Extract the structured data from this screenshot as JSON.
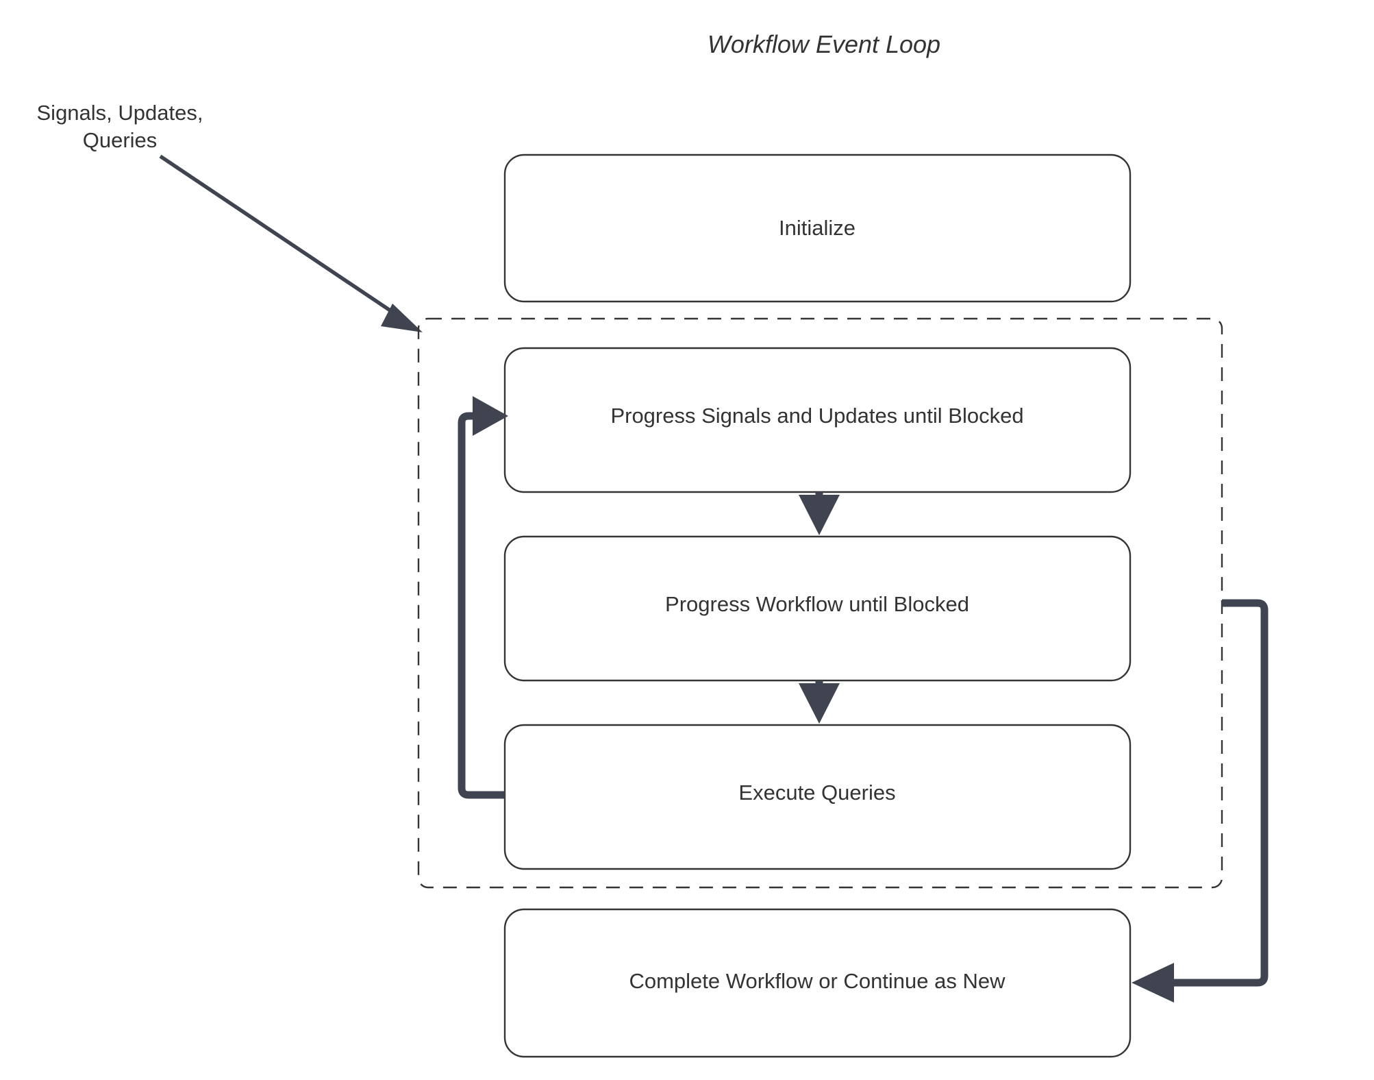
{
  "diagram": {
    "title": "Workflow Event Loop",
    "type": "flowchart",
    "colors": {
      "background": "#ffffff",
      "node_border": "#343434",
      "node_fill": "#ffffff",
      "group_border": "#343434",
      "edge": "#3f4450",
      "text": "#333333"
    },
    "external_label": {
      "line1": "Signals, Updates,",
      "line2": "Queries"
    },
    "nodes": [
      {
        "id": "initialize",
        "label": "Initialize"
      },
      {
        "id": "progress-signals",
        "label": "Progress Signals and Updates until Blocked"
      },
      {
        "id": "progress-workflow",
        "label": "Progress Workflow until Blocked"
      },
      {
        "id": "execute-queries",
        "label": "Execute Queries"
      },
      {
        "id": "complete-workflow",
        "label": "Complete Workflow or Continue as New"
      }
    ],
    "group": {
      "id": "event-loop-group",
      "label": "",
      "style": "dashed",
      "contains": [
        "progress-signals",
        "progress-workflow",
        "execute-queries"
      ]
    },
    "edges": [
      {
        "from": "Signals, Updates, Queries",
        "to": "event-loop-group",
        "style": "solid-thin-arrow"
      },
      {
        "from": "progress-signals",
        "to": "progress-workflow",
        "style": "solid-thick-arrow"
      },
      {
        "from": "progress-workflow",
        "to": "execute-queries",
        "style": "solid-thick-arrow"
      },
      {
        "from": "execute-queries",
        "to": "progress-signals",
        "style": "loop-left-thick-arrow"
      },
      {
        "from": "event-loop-group",
        "to": "complete-workflow",
        "style": "loop-right-thick-arrow"
      }
    ]
  }
}
